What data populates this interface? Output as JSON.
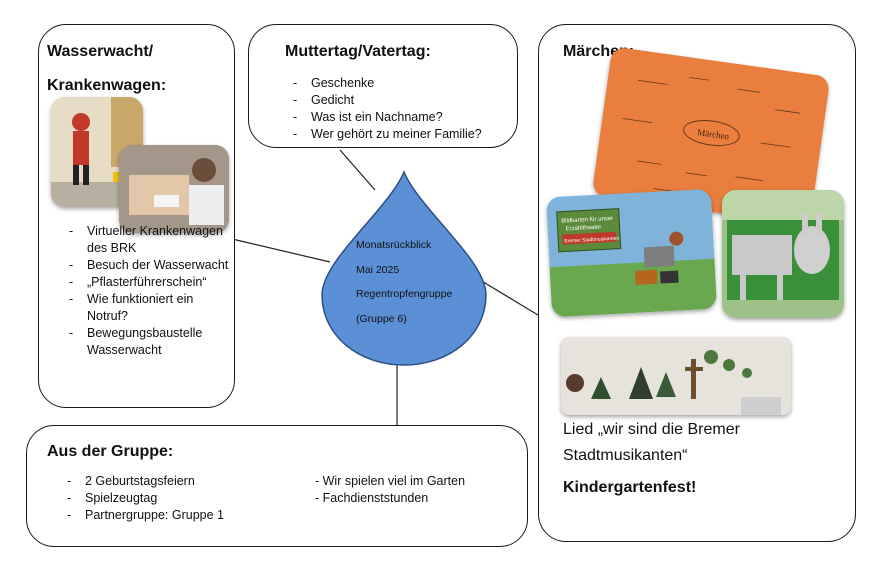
{
  "center": {
    "title": "Monatsrückblick",
    "month": "Mai 2025",
    "group_name": "Regentropfengruppe",
    "group_number": "(Gruppe 6)",
    "drop_color": "#5b8fd6"
  },
  "wasserwacht": {
    "heading_line1": "Wasserwacht/",
    "heading_line2": "Krankenwagen:",
    "items": [
      "Virtueller Krankenwagen des BRK",
      "Besuch der Wasserwacht",
      "„Pflasterführerschein“",
      "Wie funktioniert ein Notruf?",
      "Bewegungsbaustelle Wasserwacht"
    ]
  },
  "muttertag": {
    "heading": "Muttertag/Vatertag:",
    "items": [
      "Geschenke",
      "Gedicht",
      "Was ist ein Nachname?",
      "Wer gehört zu meiner Familie?"
    ]
  },
  "maerchen": {
    "heading": "Märchen:",
    "sign_line1": "Bildkarten für unser",
    "sign_line2": "Erzähltheater",
    "sign_line3": "Bremer Stadtmusikanten",
    "poster_center": "Märchen",
    "song_line1": "Lied „wir sind die Bremer",
    "song_line2": "Stadtmusikanten“",
    "fest": "Kindergartenfest!"
  },
  "gruppe": {
    "heading": "Aus der Gruppe:",
    "items_left": [
      "2 Geburtstagsfeiern",
      "Spielzeugtag",
      "Partnergruppe: Gruppe 1"
    ],
    "items_right": [
      "- Wir spielen viel im Garten",
      "- Fachdienststunden"
    ]
  }
}
